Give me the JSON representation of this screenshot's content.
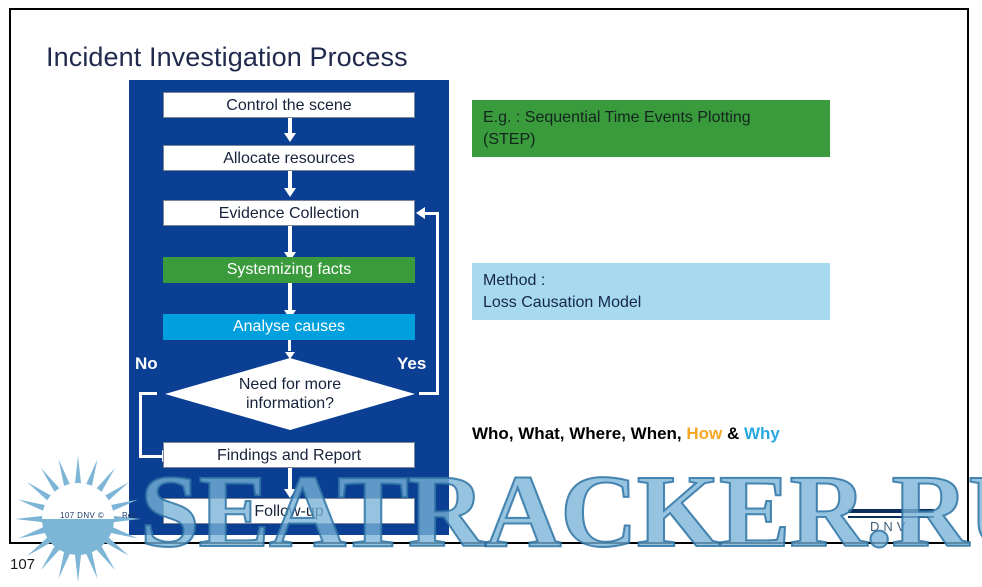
{
  "slide": {
    "title": "Incident Investigation Process",
    "page_number": "107",
    "frame_color": "#000000",
    "panel_color": "#0b3f94"
  },
  "flow": {
    "steps": [
      {
        "label": "Control the scene",
        "style": "white"
      },
      {
        "label": "Allocate resources",
        "style": "white"
      },
      {
        "label": "Evidence Collection",
        "style": "white"
      },
      {
        "label": "Systemizing facts",
        "style": "green"
      },
      {
        "label": "Analyse causes",
        "style": "cyan"
      }
    ],
    "decision": {
      "line1": "Need for more",
      "line2": "information?",
      "branch_no": "No",
      "branch_yes": "Yes"
    },
    "steps_after": [
      {
        "label": "Findings and Report",
        "style": "white"
      },
      {
        "label": "Follow-up",
        "style": "white"
      }
    ],
    "colors": {
      "green": "#3a9b3c",
      "cyan": "#00a0df",
      "white": "#ffffff",
      "panel_blue": "#0b3f94"
    }
  },
  "callouts": {
    "step": {
      "line1": "E.g. : Sequential Time Events Plotting",
      "line2": "(STEP)",
      "bg": "#3a9b3c"
    },
    "method": {
      "line1": "Method :",
      "line2": "Loss Causation Model",
      "bg": "#a7d9ef"
    }
  },
  "questions": {
    "plain_prefix": "Who, What, Where, When, ",
    "how": "How",
    "ampersand": " & ",
    "why": "Why",
    "how_color": "#f5a623",
    "why_color": "#29a8e0"
  },
  "footer": {
    "credit": "107 DNV ©",
    "rev": "Rev.",
    "brand": "DNV"
  },
  "watermark": {
    "text": "SEATRACKER.RU"
  }
}
